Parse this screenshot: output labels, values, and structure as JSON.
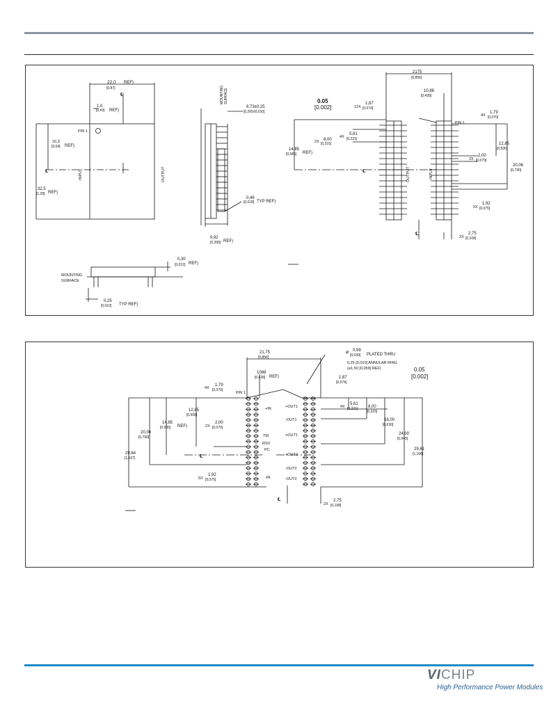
{
  "brand": {
    "logo_prefix": "VI",
    "logo_suffix": "CHIP",
    "tagline": "High Performance Power Modules",
    "accent_color": "#1a8ac6",
    "header_color": "#8b95a2"
  },
  "top_view": {
    "width_mm": "22,0",
    "width_in": "[0,87]",
    "pin_off_mm": "1,0",
    "pin_off_in": "[0,43]",
    "pin_label": "PIN 1",
    "left_h_mm": "16,3",
    "left_h_in": "[0,64]",
    "height_mm": "32,5",
    "height_in": "[1,28]",
    "ref": "REF)",
    "input": "INPUT",
    "output": "OUTPUT",
    "cl": "℄"
  },
  "side_view": {
    "mounting": "MOUNTING",
    "surface": "SURFACE",
    "height_mm": "6,73±0,25",
    "height_in": "[0,265±0,010]",
    "pin_mm": "0,46",
    "pin_in": "[0,018]",
    "typ_ref": "TYP REF)",
    "base_mm": "9,92",
    "base_in": "[0,390]"
  },
  "end_view": {
    "mounting": "MOUNTING",
    "surface": "SURFACE",
    "gap_mm": "0,30",
    "gap_in": "[0,012]",
    "ref": "REF)",
    "lead_mm": "0,25",
    "lead_in": "[0,010]",
    "typ_ref": "TYP REF)"
  },
  "pin_view": {
    "tol_mm": "0.05",
    "tol_in": "[0.002]",
    "w_mm": "2175",
    "w_in": "[0,856]",
    "off_mm": "10,88",
    "off_in": "[0,428]",
    "p12_n": "12X",
    "p12_mm": "1,87",
    "p12_in": "[0,074]",
    "p8_n": "2X",
    "p8_mm": "8,00",
    "p8_in": "[0,315]",
    "p5_n": "4X",
    "p5_mm": "5,61",
    "p5_in": "[0,221]",
    "ref_mm": "14,85",
    "ref_in": "[0,585]",
    "ref": "REF)",
    "pin_label": "PIN 1",
    "p179_n": "4X",
    "p179_mm": "1,79",
    "p179_in": "[0,070]",
    "p12b_mm": "12,85",
    "p12b_in": "[0,506]",
    "p200_n": "2X",
    "p200_mm": "2,00",
    "p200_in": "[0,079]",
    "p20_mm": "20,06",
    "p20_in": "[0,790]",
    "p192_n": "5X",
    "p192_mm": "1,92",
    "p192_in": "[0,075]",
    "p275_n": "2X",
    "p275_mm": "2,75",
    "p275_in": "[0,108]",
    "output": "OUTPUT",
    "input": "INPUT",
    "cl": "℄"
  },
  "pcb": {
    "w_mm": "21,75",
    "w_in": "[0,856]",
    "hole_mm": "0,99",
    "hole_in": "[0,039]",
    "plated": "PLATED THRU",
    "dia": "⌀",
    "ring_line": "0,25 [0,010] ANNULAR RING",
    "ring_line2": "(⌀1,50 [0,059] REF)",
    "tol_mm": "0.05",
    "tol_in": "[0.002]",
    "off_mm": "1088",
    "off_in": "[0,428]",
    "ref": "REF)",
    "p179_n": "4X",
    "p179_mm": "1,79",
    "p179_in": "[0,070]",
    "pin_label": "PIN 1",
    "p187_mm": "1,87",
    "p187_in": "[0,074]",
    "p12_mm": "12,85",
    "p12_in": "[0,506]",
    "p14_mm": "14,85",
    "p14_in": "[0,585]",
    "p20_mm": "20,06",
    "p20_in": "[0,790]",
    "p29_mm": "29,64",
    "p29_in": "[1,167]",
    "p200_n": "2X",
    "p200_mm": "2,00",
    "p200_in": "[0,079]",
    "p192_n": "5X",
    "p192_mm": "1,92",
    "p192_in": "[0,075]",
    "p561_n": "4X",
    "p561_mm": "5,61",
    "p561_in": "[0,221]",
    "p8_mm": "8,00",
    "p8_in": "[0,315]",
    "p16_mm": "16,00",
    "p16_in": "[0,630]",
    "p24_mm": "24,00",
    "p24_in": "[0,945]",
    "p29b_mm": "29,61",
    "p29b_in": "[1,166]",
    "p275_n": "2X",
    "p275_mm": "2,75",
    "p275_in": "[0,108]",
    "plus_in": "+IN",
    "tm": "TM",
    "rsv": "RSV",
    "pc": "PC",
    "minus_in": "-IN",
    "out1a": "+OUT1",
    "out1b": "-OUT1",
    "out1c": "+OUT1",
    "out2a": "+OUT2",
    "out2b": "-OUT2",
    "out2c": "-OUT2",
    "cl": "℄"
  }
}
